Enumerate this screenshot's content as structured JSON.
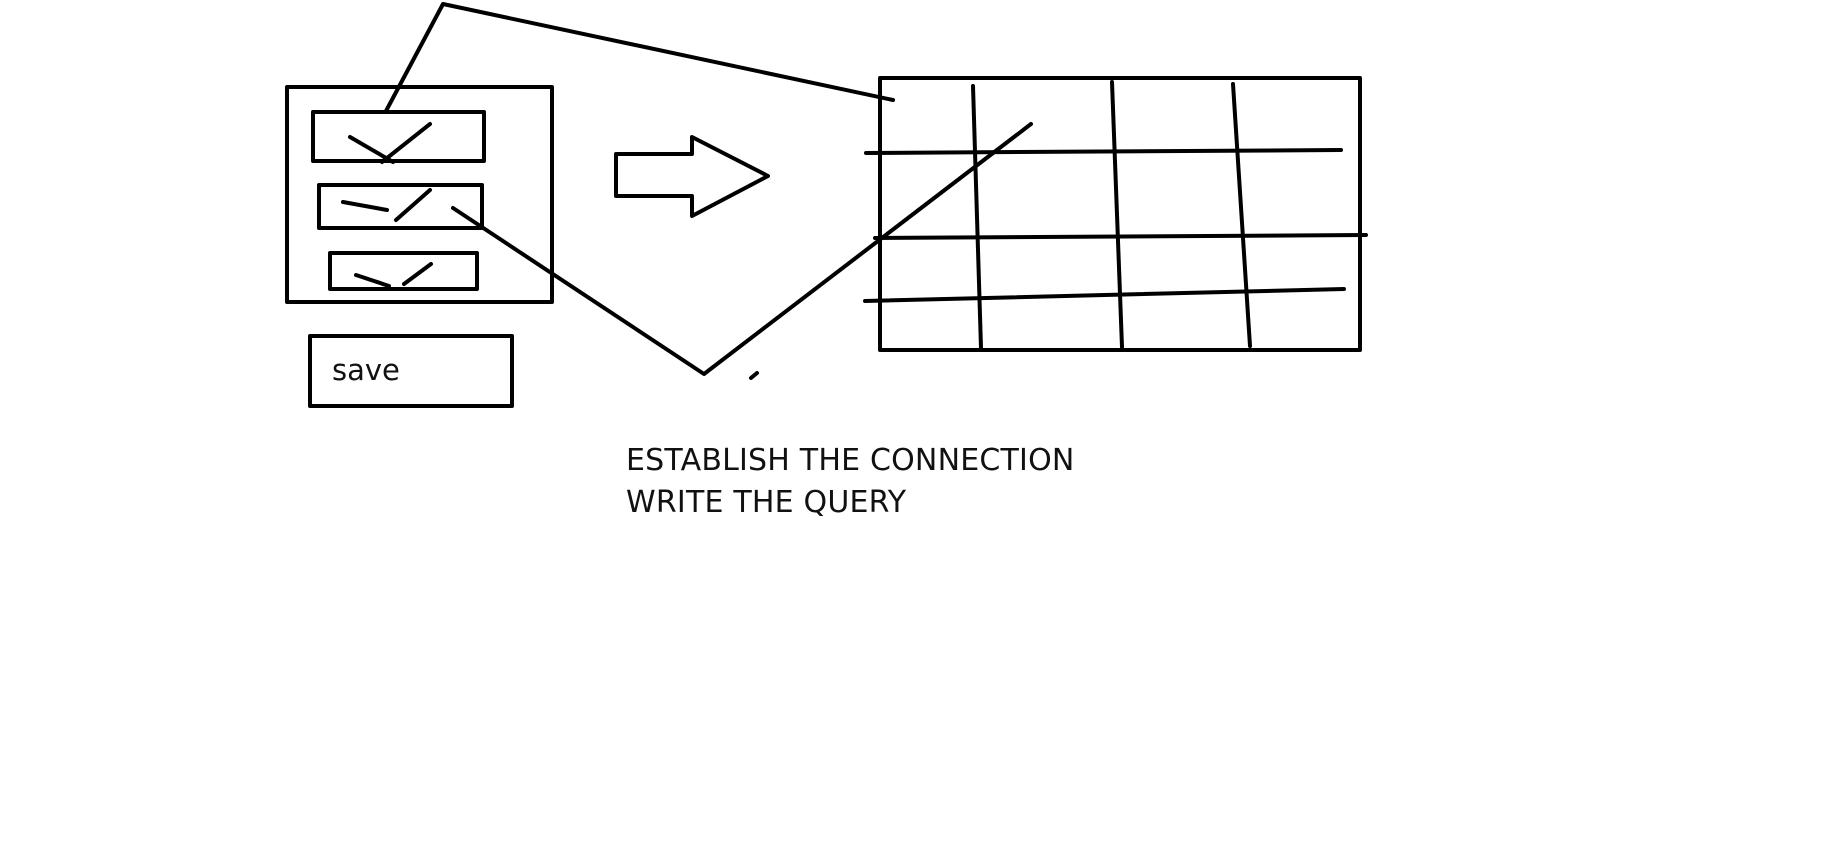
{
  "form": {
    "save_label": "save"
  },
  "notes": {
    "line1": "ESTABLISH THE CONNECTION",
    "line2": "WRITE THE QUERY"
  },
  "colors": {
    "ink": "#000000",
    "background": "#ffffff"
  }
}
